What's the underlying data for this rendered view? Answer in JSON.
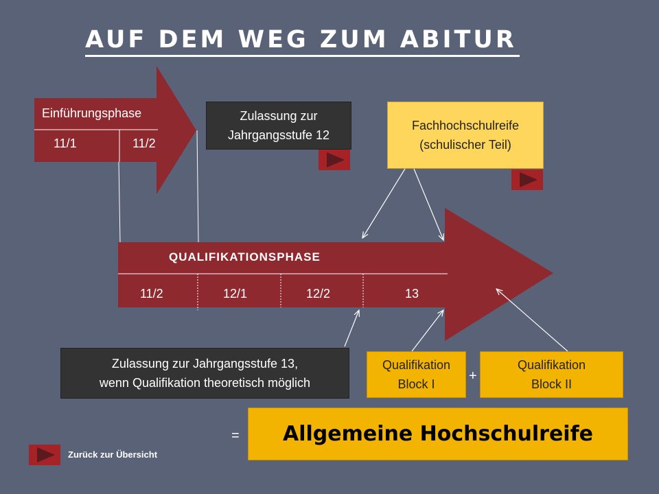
{
  "title": "AUF DEM WEG ZUM ABITUR",
  "einfuehrung": {
    "label": "Einführungsphase",
    "semesters": [
      "11/1",
      "11/2"
    ]
  },
  "qualifikation": {
    "label": "QUALIFIKATIONSPHASE",
    "semesters": [
      "11/2",
      "12/1",
      "12/2",
      "13"
    ]
  },
  "boxes": {
    "zulassung12": [
      "Zulassung zur",
      "Jahrgangsstufe 12"
    ],
    "fachhochschulreife": [
      "Fachhochschulreife",
      "(schulischer Teil)"
    ],
    "zulassung13": [
      "Zulassung zur Jahrgangsstufe 13,",
      "wenn Qualifikation theoretisch möglich"
    ],
    "block1": [
      "Qualifikation",
      "Block I"
    ],
    "block2": [
      "Qualifikation",
      "Block II"
    ]
  },
  "plus": "+",
  "equals": "=",
  "result": "Allgemeine Hochschulreife",
  "back_link": "Zurück zur Übersicht",
  "colors": {
    "background": "#5a6278",
    "arrow_red": "#8e2a2f",
    "button_red": "#a52227",
    "gold": "#f2b400",
    "light_yellow": "#ffd65c",
    "dark_box": "#333333"
  }
}
